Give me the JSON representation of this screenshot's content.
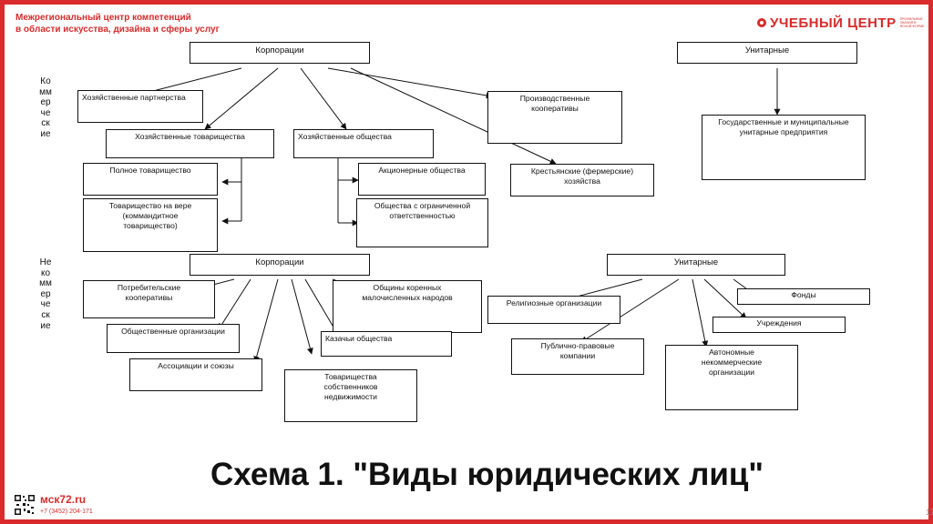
{
  "header": {
    "org_line1": "Межрегиональный центр компетенций",
    "org_line2": "в области искусства, дизайна и сферы услуг",
    "logo_text": "УЧЕБНЫЙ ЦЕНТР",
    "logo_tagline": "ПРОФИЛЬНЫЕ ЗНАНИЯ В ЯСНОЙ ФОРМЕ"
  },
  "side_labels": {
    "commercial": "Коммерческие",
    "noncommercial": "Некоммерческие"
  },
  "boxes": {
    "corp1": "Корпорации",
    "unit1": "Унитарные",
    "partnerships": "Хозяйственные партнерства",
    "prod_coop": "Производственные\nкооперативы",
    "state_unitary": "Государственные и муниципальные\nунитарные предприятия",
    "econ_partnerships": "Хозяйственные товарищества",
    "econ_companies": "Хозяйственные общества",
    "full_partnership": "Полное товарищество",
    "joint_stock": "Акционерные общества",
    "peasant": "Крестьянские (фермерские)\nхозяйства",
    "limited_partnership": "Товарищество на вере\n(коммандитное\nтоварищество)",
    "llc": "Общества с ограниченной\nответственностью",
    "corp2": "Корпорации",
    "unit2": "Унитарные",
    "consumer_coop": "Потребительские\nкооперативы",
    "indigenous": "Общины коренных\nмалочисленных народов",
    "religious": "Религиозные организации",
    "funds": "Фонды",
    "public_orgs": "Общественные организации",
    "cossack": "Казачьи общества",
    "institutions": "Учреждения",
    "associations": "Ассоциации и союзы",
    "public_law": "Публично-правовые\nкомпании",
    "autonomous": "Автономные\nнекоммерческие\nорганизации",
    "homeowners": "Товарищества\nсобственников\nнедвижимости"
  },
  "title": "Схема 1. \"Виды юридических лиц\"",
  "footer": {
    "site": "мск72.ru",
    "phone": "+7 (3452) 204-171",
    "page_number": "17"
  },
  "colors": {
    "accent": "#d92b2b"
  }
}
